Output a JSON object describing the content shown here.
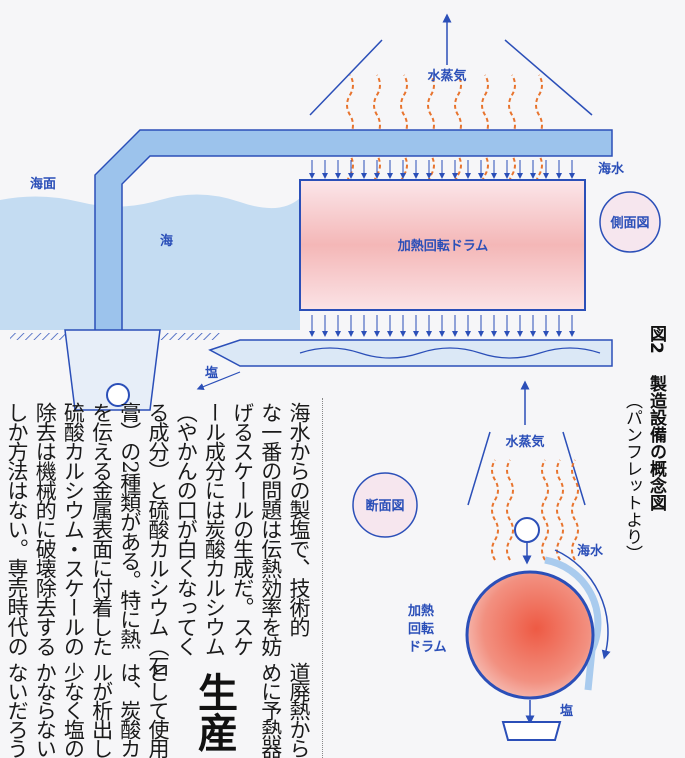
{
  "figure": {
    "caption_number": "図2",
    "caption_title": "製造設備の概念図",
    "caption_source": "（パンフレットより）",
    "side_view": {
      "badge": "側面図",
      "steam": "水蒸気",
      "seawater": "海水",
      "sea_surface": "海面",
      "sea": "海",
      "drum": "加熱回転ドラム",
      "salt": "塩"
    },
    "cross_section": {
      "badge": "断面図",
      "steam": "水蒸気",
      "seawater": "海水",
      "drum_line1": "加熱",
      "drum_line2": "回転",
      "drum_line3": "ドラム",
      "salt": "塩"
    },
    "colors": {
      "line": "#2b4fb8",
      "water": "#bcd6f0",
      "heat": "#f08a80",
      "steam": "#e8742e"
    }
  },
  "article": {
    "upper_columns": [
      "海水からの製塩で、技術的",
      "な一番の問題は伝熱効率を妨",
      "げるスケールの生成だ。スケ",
      "ール成分には炭酸カルシウム",
      "（やかんの口が白くなってく",
      "る成分）と硫酸カルシウム（石",
      "膏）の2種類がある。特に熱",
      "を伝える金属表面に付着した",
      "硫酸カルシウム・スケールの",
      "除去は機械的に破壊除去する",
      "しか方法はない。専売時代の"
    ],
    "lower_columns_right": [
      "道廃熱から",
      "めに予熱器"
    ],
    "headline": "生産",
    "lower_columns_left": [
      "として使用",
      "は、炭酸カ",
      "ルが析出し",
      "少なく塩の",
      "かならない",
      "ないだろう"
    ]
  }
}
